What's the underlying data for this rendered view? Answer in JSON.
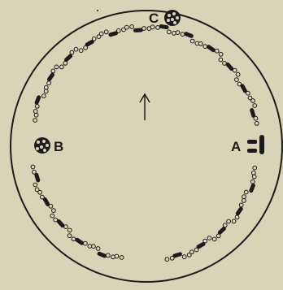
{
  "figure": {
    "background": "#d8d4b8",
    "ink": "#1b1b1b",
    "labels": {
      "a": "A",
      "b": "B",
      "c": "C"
    },
    "center_mark": "up-arrow"
  }
}
